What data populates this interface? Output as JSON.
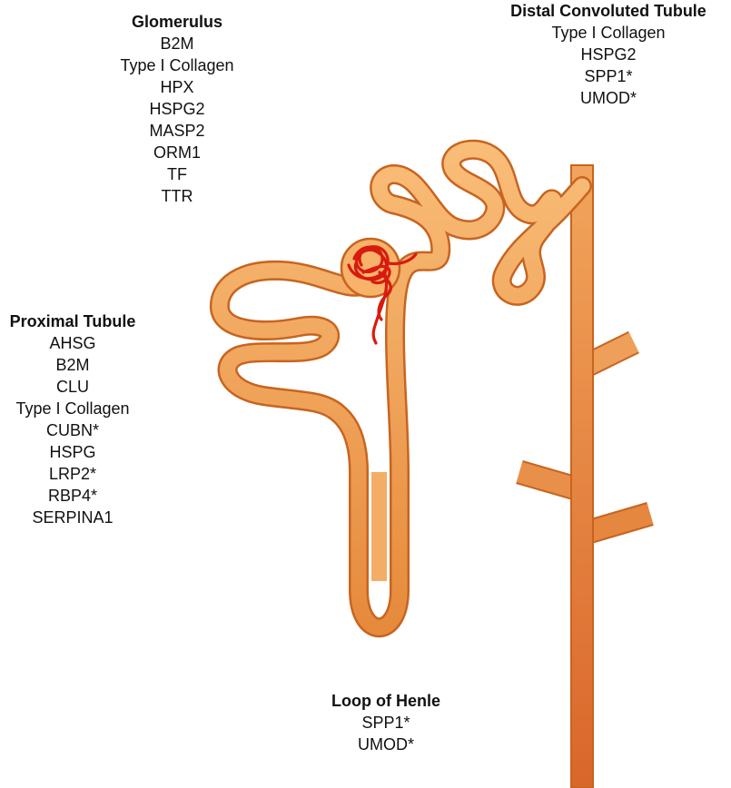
{
  "colors": {
    "tubule_light": "#f7b36a",
    "tubule_dark": "#e07a2e",
    "tubule_stroke": "#c8641f",
    "capillary": "#d81b0f"
  },
  "regions": {
    "glomerulus": {
      "title": "Glomerulus",
      "items": [
        "B2M",
        "Type I Collagen",
        "HPX",
        "HSPG2",
        "MASP2",
        "ORM1",
        "TF",
        "TTR"
      ]
    },
    "distal_convoluted_tubule": {
      "title": "Distal Convoluted Tubule",
      "items": [
        "Type I Collagen",
        "HSPG2",
        "SPP1*",
        "UMOD*"
      ]
    },
    "proximal_tubule": {
      "title": "Proximal Tubule",
      "items": [
        "AHSG",
        "B2M",
        "CLU",
        "Type I Collagen",
        "CUBN*",
        "HSPG",
        "LRP2*",
        "RBP4*",
        "SERPINA1"
      ]
    },
    "loop_of_henle": {
      "title": "Loop of Henle",
      "items": [
        "SPP1*",
        "UMOD*"
      ]
    }
  }
}
